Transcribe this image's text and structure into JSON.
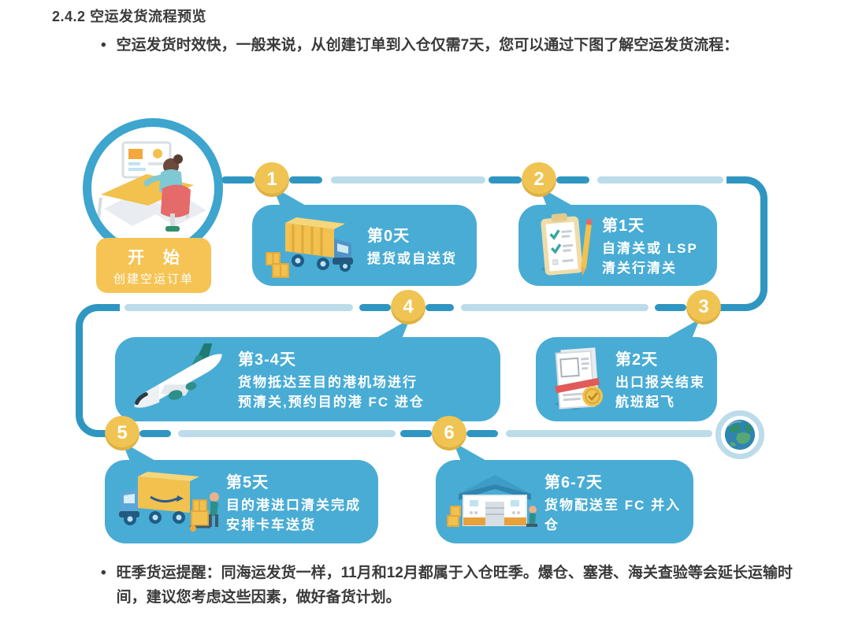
{
  "page": {
    "section_number": "2.4.2",
    "section_title": "空运发货流程预览",
    "bullet_marker": "•",
    "intro_bullet": "空运发货时效快，一般来说，从创建订单到入仓仅需7天，您可以通过下图了解空运发货流程：",
    "footer_bullet": "旺季货运提醒：同海运发货一样，11月和12月都属于入仓旺季。爆仓、塞港、海关查验等会延长运输时间，建议您考虑这些因素，做好备货计划。"
  },
  "flow": {
    "start": {
      "label": "开 始",
      "sublabel": "创建空运订单",
      "illustration": "person-at-desk-icon"
    },
    "steps": [
      {
        "number": "1",
        "day": "第0天",
        "lines": [
          "提货或自送货"
        ],
        "illustration": "pickup-truck-icon"
      },
      {
        "number": "2",
        "day": "第1天",
        "lines": [
          "自清关或 LSP",
          "清关行清关"
        ],
        "illustration": "clipboard-icon"
      },
      {
        "number": "3",
        "day": "第2天",
        "lines": [
          "出口报关结束",
          "航班起飞"
        ],
        "illustration": "customs-doc-icon"
      },
      {
        "number": "4",
        "day": "第3-4天",
        "lines": [
          "货物抵达至目的港机场进行",
          "预清关,预约目的港 FC 进仓"
        ],
        "illustration": "airplane-icon"
      },
      {
        "number": "5",
        "day": "第5天",
        "lines": [
          "目的港进口清关完成",
          "安排卡车送货"
        ],
        "illustration": "delivery-truck-icon"
      },
      {
        "number": "6",
        "day": "第6-7天",
        "lines": [
          "货物配送至 FC 并入仓"
        ],
        "illustration": "warehouse-icon"
      }
    ],
    "end_icon": "globe-icon"
  },
  "colors": {
    "bubble_blue": "#49ACD4",
    "connector_dark": "#2F96C2",
    "connector_light": "#BCDCEA",
    "badge_gold": "#F0C452",
    "start_box_gold": "#F5C454",
    "ring_blue": "#3DA5CE",
    "text_dark": "#3A3A3A",
    "white": "#FFFFFF"
  }
}
